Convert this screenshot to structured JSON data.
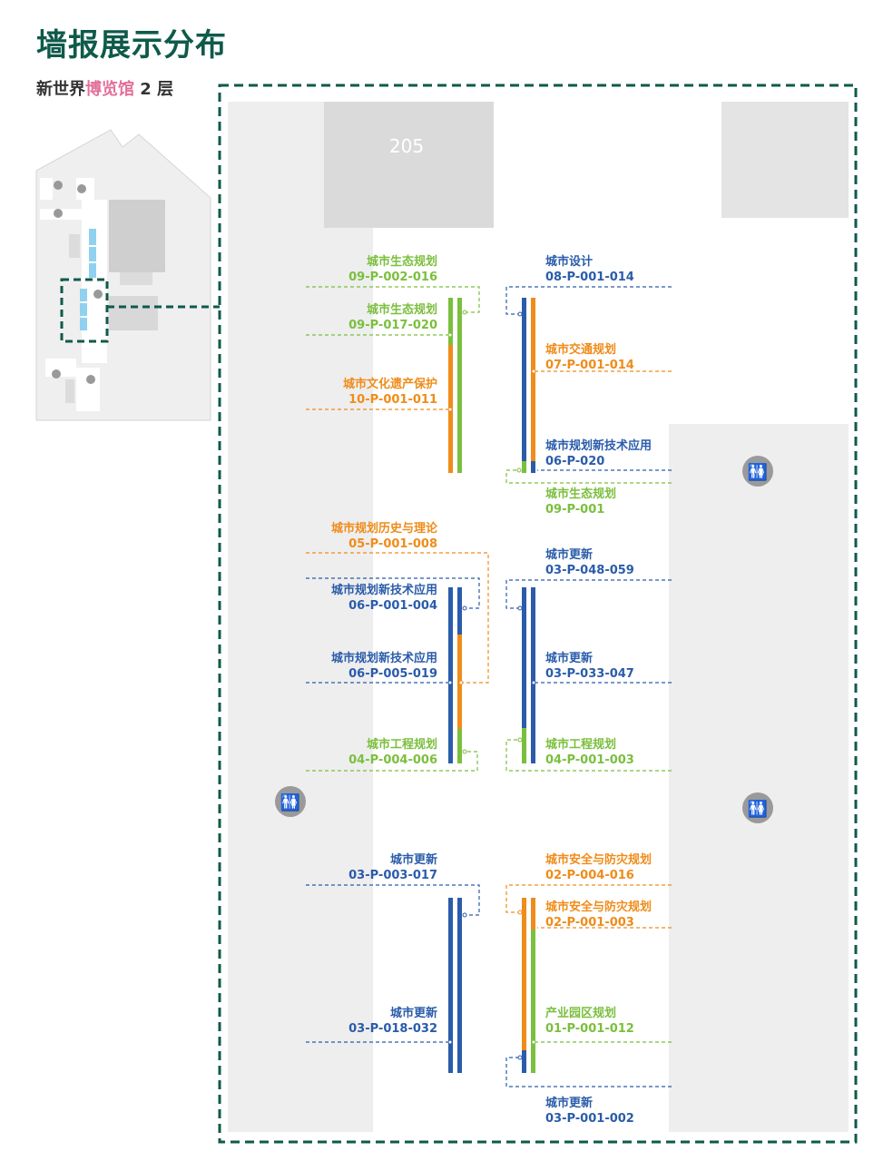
{
  "header": {
    "title": "墙报展示分布",
    "venue_a": "新世界",
    "venue_b": "博览馆",
    "floor": "2 层"
  },
  "colors": {
    "green": "#7bbf3e",
    "blue": "#2a5caa",
    "orange": "#ef8c1a",
    "frame": "#0f5a4a",
    "gray": "#d9d9d9",
    "lightgray": "#eeeeee"
  },
  "room": {
    "number": "205"
  },
  "icons": {
    "restroom": "restroom-icon"
  },
  "labels": [
    {
      "name": "城市生态规划",
      "code": "09-P-002-016",
      "color": "green"
    },
    {
      "name": "城市生态规划",
      "code": "09-P-017-020",
      "color": "green"
    },
    {
      "name": "城市文化遗产保护",
      "code": "10-P-001-011",
      "color": "orange"
    },
    {
      "name": "城市设计",
      "code": "08-P-001-014",
      "color": "blue"
    },
    {
      "name": "城市交通规划",
      "code": "07-P-001-014",
      "color": "orange"
    },
    {
      "name": "城市规划新技术应用",
      "code": "06-P-020",
      "color": "blue"
    },
    {
      "name": "城市生态规划",
      "code": "09-P-001",
      "color": "green"
    },
    {
      "name": "城市规划历史与理论",
      "code": "05-P-001-008",
      "color": "orange"
    },
    {
      "name": "城市规划新技术应用",
      "code": "06-P-001-004",
      "color": "blue"
    },
    {
      "name": "城市规划新技术应用",
      "code": "06-P-005-019",
      "color": "blue"
    },
    {
      "name": "城市工程规划",
      "code": "04-P-004-006",
      "color": "green"
    },
    {
      "name": "城市更新",
      "code": "03-P-048-059",
      "color": "blue"
    },
    {
      "name": "城市更新",
      "code": "03-P-033-047",
      "color": "blue"
    },
    {
      "name": "城市工程规划",
      "code": "04-P-001-003",
      "color": "green"
    },
    {
      "name": "城市更新",
      "code": "03-P-003-017",
      "color": "blue"
    },
    {
      "name": "城市更新",
      "code": "03-P-018-032",
      "color": "blue"
    },
    {
      "name": "城市安全与防灾规划",
      "code": "02-P-004-016",
      "color": "orange"
    },
    {
      "name": "城市安全与防灾规划",
      "code": "02-P-001-003",
      "color": "orange"
    },
    {
      "name": "产业园区规划",
      "code": "01-P-001-012",
      "color": "green"
    },
    {
      "name": "城市更新",
      "code": "03-P-001-002",
      "color": "blue"
    }
  ]
}
